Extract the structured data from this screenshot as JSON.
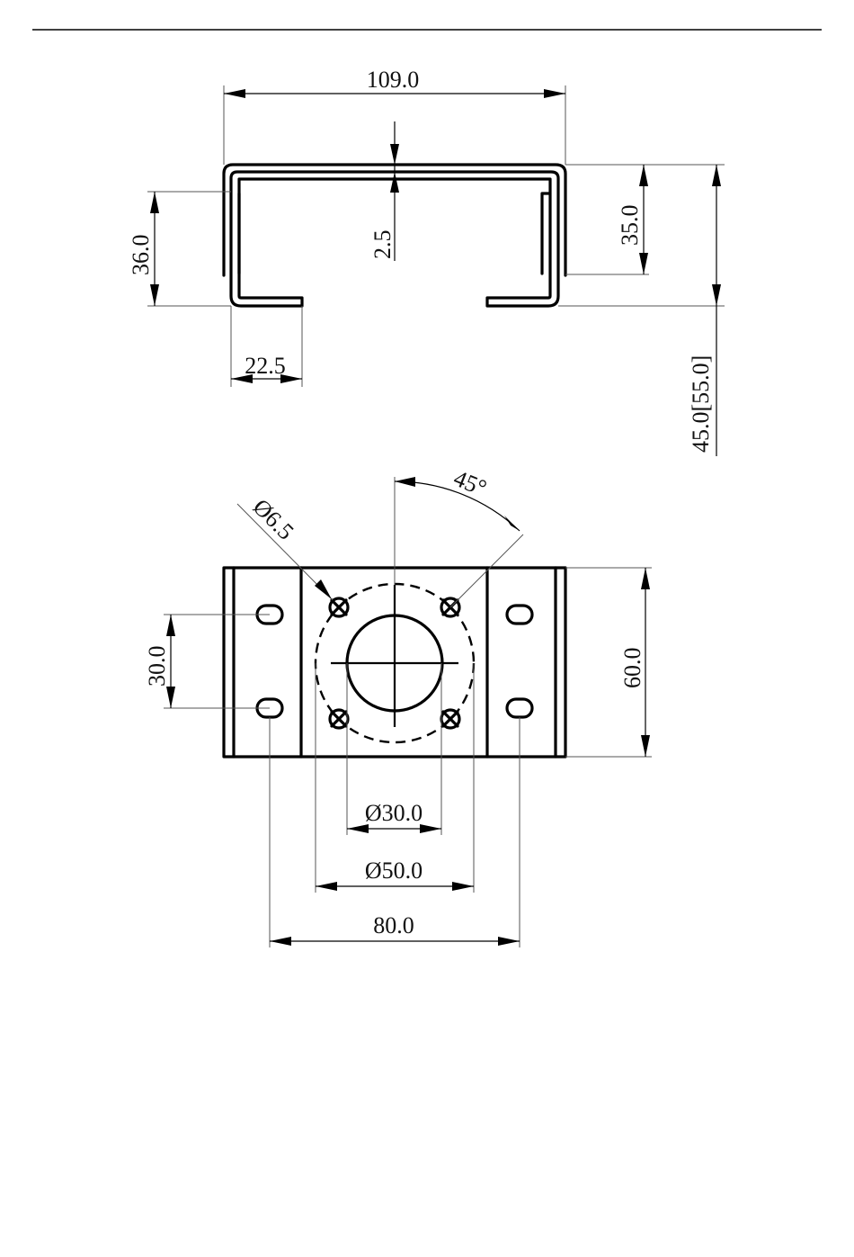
{
  "dimensions": {
    "overall_width": "109.0",
    "sheet_thickness": "2.5",
    "outer_height_left": "36.0",
    "inner_height_right": "35.0",
    "flange_width": "22.5",
    "total_height": "45.0[55.0]",
    "angle": "45°",
    "hole_diameter": "Ø6.5",
    "slot_spacing": "30.0",
    "plate_height": "60.0",
    "center_hole_diameter": "Ø30.0",
    "bolt_circle_diameter": "Ø50.0",
    "slot_pitch": "80.0"
  }
}
